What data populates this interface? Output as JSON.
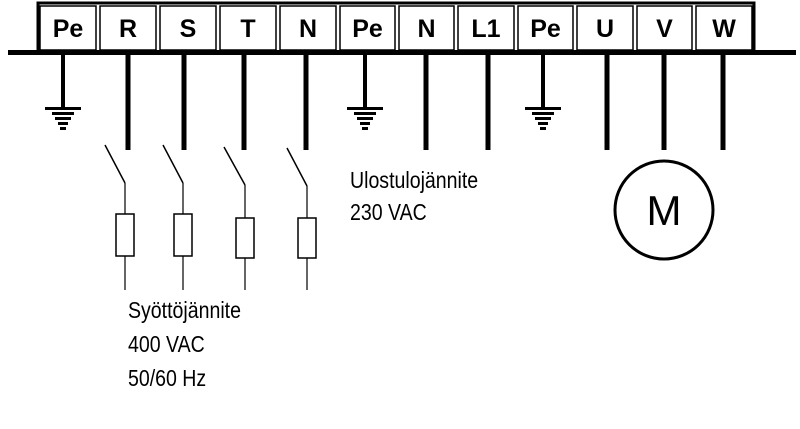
{
  "terminals": [
    "Pe",
    "R",
    "S",
    "T",
    "N",
    "Pe",
    "N",
    "L1",
    "Pe",
    "U",
    "V",
    "W"
  ],
  "output_label": {
    "line1": "Ulostulojännite",
    "line2": "230 VAC"
  },
  "supply_label": {
    "line1": "Syöttöjännite",
    "line2": "400 VAC",
    "line3": "50/60 Hz"
  },
  "motor_label": "M"
}
